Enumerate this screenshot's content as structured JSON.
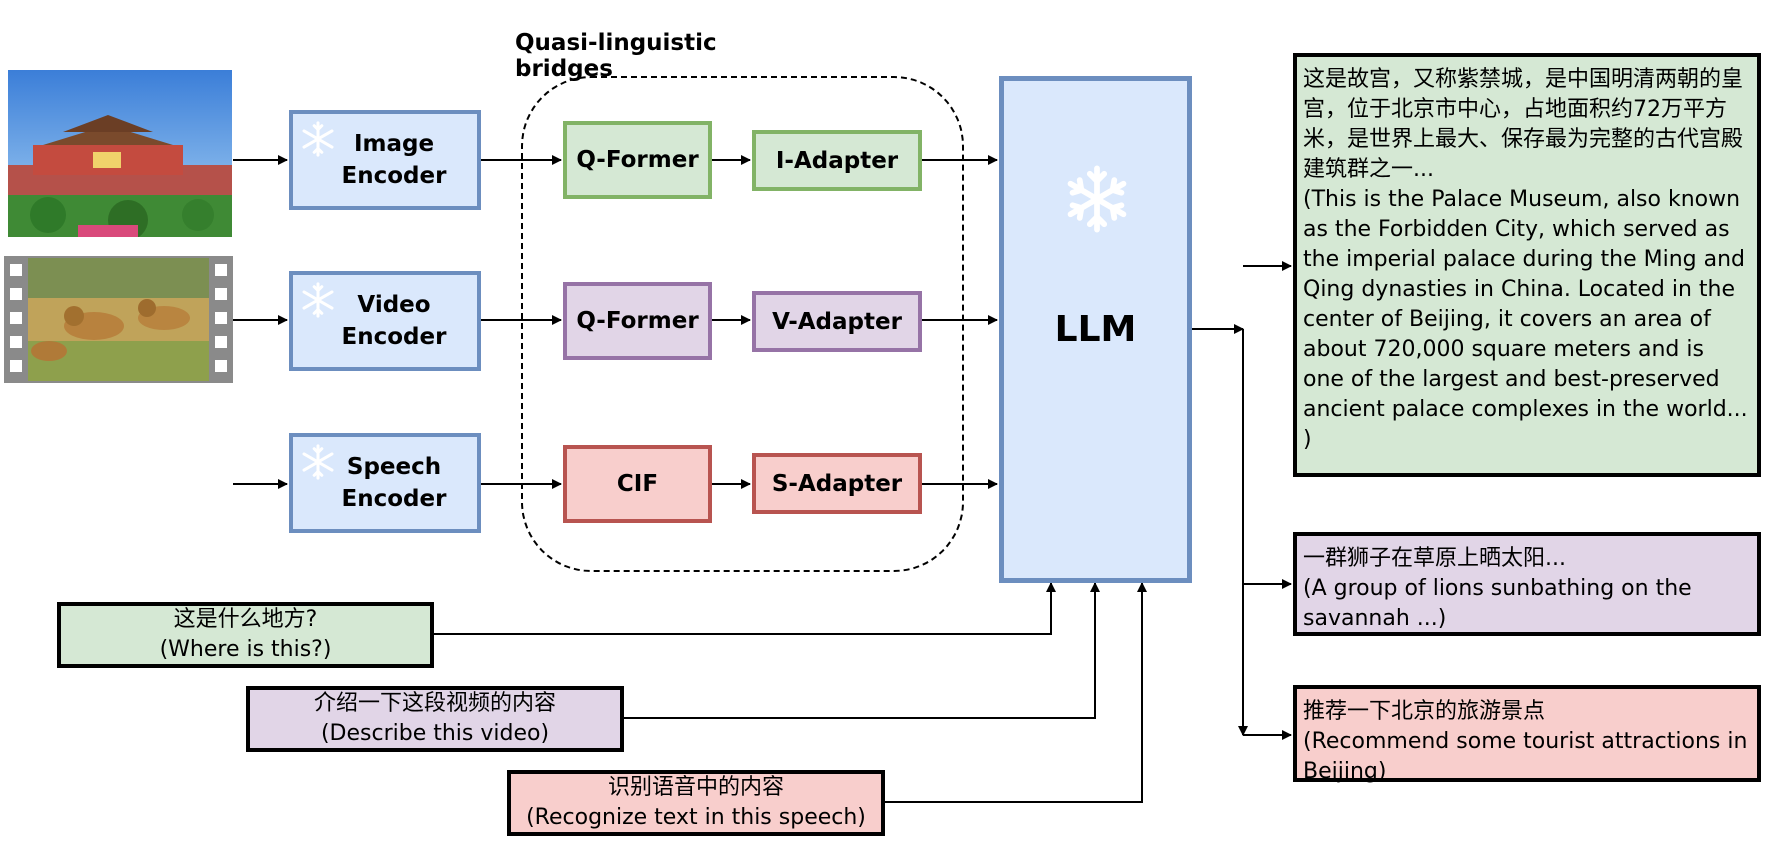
{
  "bridge_title": "Quasi-linguistic bridges",
  "encoders": [
    {
      "label": "Image\nEncoder"
    },
    {
      "label": "Video\nEncoder"
    },
    {
      "label": "Speech\nEncoder"
    }
  ],
  "bridges": [
    {
      "first": "Q-Former",
      "adapter": "I-Adapter"
    },
    {
      "first": "Q-Former",
      "adapter": "V-Adapter"
    },
    {
      "first": "CIF",
      "adapter": "S-Adapter"
    }
  ],
  "llm": {
    "label": "LLM"
  },
  "prompts": [
    {
      "text": "这是什么地方?\n(Where is this?)"
    },
    {
      "text": "介绍一下这段视频的内容\n(Describe this video)"
    },
    {
      "text": "识别语音中的内容\n(Recognize text in this speech)"
    }
  ],
  "outputs": [
    {
      "text": "这是故宫，又称紫禁城，是中国明清两朝的皇宫，位于北京市中心，占地面积约72万平方米，是世界上最大、保存最为完整的古代宫殿建筑群之一...\n(This is the Palace Museum, also known as the Forbidden City, which served as the imperial palace during the Ming and Qing dynasties in China. Located in the center of Beijing, it covers an area of about 720,000 square meters and is one of the largest and best-preserved ancient palace complexes in the world...\n)"
    },
    {
      "text": "一群狮子在草原上晒太阳...\n(A group of lions sunbathing on the savannah ...)"
    },
    {
      "text": "推荐一下北京的旅游景点\n(Recommend some tourist attractions in Beijing)"
    }
  ],
  "colors": {
    "blue_fill": "#dae8fc",
    "blue_stroke": "#6c8ebf",
    "green_fill": "#d5e8d4",
    "green_stroke": "#82b366",
    "purple_fill": "#e1d5e7",
    "purple_stroke": "#9673a6",
    "red_fill": "#f8cecc",
    "red_stroke": "#b85450"
  },
  "icons": [
    "snowflake-icon",
    "image-thumbnail",
    "video-filmstrip",
    "speech-waveform"
  ]
}
